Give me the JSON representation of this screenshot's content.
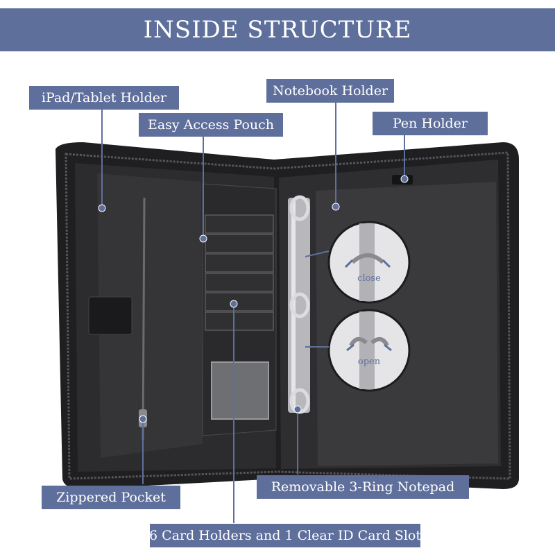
{
  "banner": {
    "title": "INSIDE STRUCTURE"
  },
  "labels": {
    "ipad_holder": "iPad/Tablet Holder",
    "easy_access_pouch": "Easy Access Pouch",
    "notebook_holder": "Notebook Holder",
    "pen_holder": "Pen Holder",
    "zippered_pocket": "Zippered Pocket",
    "ring_notepad": "Removable 3-Ring Notepad",
    "card_holders": "6 Card Holders and 1 Clear ID Card Slot"
  },
  "callouts": {
    "close": "close",
    "open": "open"
  },
  "colors": {
    "accent": "#5f6f9c",
    "leather": "#2b2b2d",
    "panel": "#3a3a3c",
    "metal": "#c9c9cc"
  }
}
